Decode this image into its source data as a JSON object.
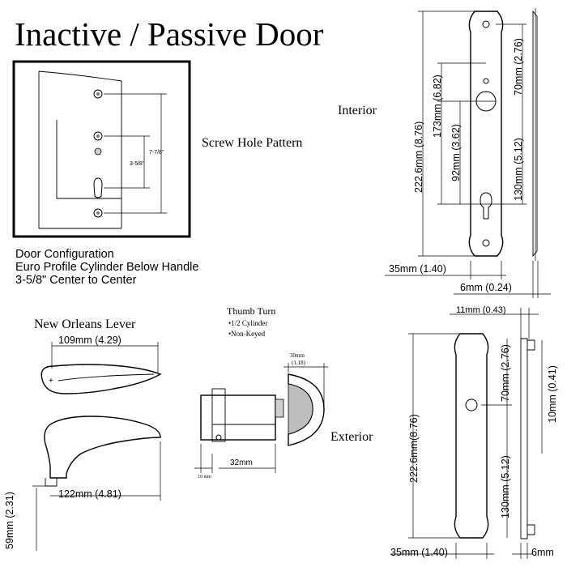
{
  "title": "Inactive / Passive Door",
  "screw_hole_panel": {
    "label": "Screw Hole Pattern",
    "dim_outer": "7-7/8\"",
    "dim_inner": "3-5/8\""
  },
  "door_configuration": {
    "line1": "Door Configuration",
    "line2": "Euro Profile Cylinder Below Handle",
    "line3": "3-5/8\" Center to Center"
  },
  "interior": {
    "label": "Interior",
    "dims": {
      "total_height": "222.6mm (8.76)",
      "upper_span": "173mm (6.82)",
      "center_to_center": "92mm (3.62)",
      "top_offset": "70mm (2.76)",
      "lower_span": "130mm (5.12)",
      "width": "35mm (1.40)",
      "thickness": "6mm (0.24)"
    }
  },
  "lever": {
    "label": "New Orleans Lever",
    "dims": {
      "top_length": "109mm (4.29)",
      "side_length": "122mm (4.81)",
      "projection": "59mm (2.31)"
    }
  },
  "thumb_turn": {
    "label": "Thumb Turn",
    "notes": [
      "•1/2 Cylinder",
      "•Non-Keyed"
    ],
    "dims": {
      "turn_width": "30mm",
      "turn_width_in": "(1.18)",
      "length": "32mm",
      "offset": "10 mm"
    }
  },
  "exterior": {
    "label": "Exterior",
    "dims": {
      "projection_top": "11mm (0.43)",
      "top_offset": "70mm (2.76)",
      "side_depth": "10mm (0.41)",
      "total_height": "222.6mm(8.76)",
      "lower_span": "130mm (5.12)",
      "width": "35mm (1.40)",
      "thickness": "6mm"
    }
  }
}
